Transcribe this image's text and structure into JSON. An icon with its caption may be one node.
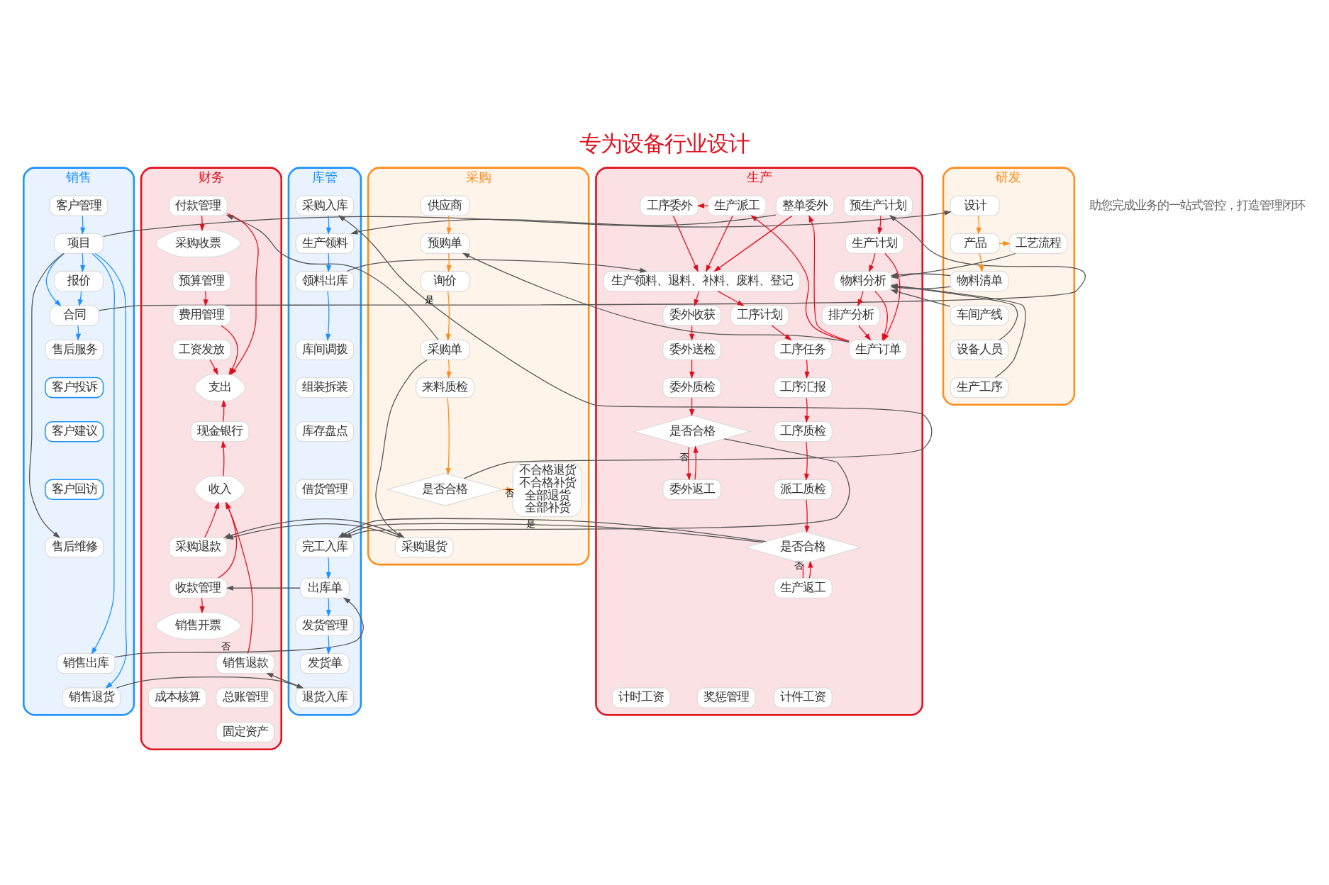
{
  "diagram": {
    "title": "专为设备行业设计",
    "nodes": [
      {
        "text": [
          "销售"
        ]
      },
      {
        "text": [
          "客户管理"
        ],
        "in": 0
      },
      {
        "text": [
          "项目"
        ],
        "in": 0
      },
      {
        "text": [
          "报价"
        ],
        "in": 0
      },
      {
        "text": [
          "合同"
        ],
        "in": 0
      },
      {
        "text": [
          "售后服务"
        ],
        "in": 0
      },
      {
        "text": [
          "客户投诉"
        ],
        "in": 0
      },
      {
        "text": [
          "客户建议"
        ],
        "in": 0
      },
      {
        "text": [
          "客户回访"
        ],
        "in": 0
      },
      {
        "text": [
          "售后维修"
        ],
        "in": 0
      },
      {
        "text": [
          "销售出库"
        ],
        "in": 0
      },
      {
        "text": [
          "销售退货"
        ],
        "in": 0
      },
      {
        "text": [
          "研发"
        ]
      },
      {
        "text": [
          "设计"
        ],
        "in": 12
      },
      {
        "text": [
          "产品"
        ],
        "in": 12
      },
      {
        "text": [
          "工艺流程"
        ],
        "in": 12
      },
      {
        "text": [
          "物料清单"
        ],
        "in": 12
      },
      {
        "text": [
          "车间产线"
        ],
        "in": 12
      },
      {
        "text": [
          "设备人员"
        ],
        "in": 12
      },
      {
        "text": [
          "生产工序"
        ],
        "in": 12
      },
      {
        "text": [
          "生产"
        ]
      },
      {
        "text": [
          "预生产计划"
        ],
        "in": 20
      },
      {
        "text": [
          "生产计划"
        ],
        "in": 20
      },
      {
        "text": [
          "物料分析"
        ],
        "in": 20
      },
      {
        "text": [
          "排产分析"
        ],
        "in": 20
      },
      {
        "text": [
          "生产订单"
        ],
        "in": 20
      },
      {
        "text": [
          "生产派工"
        ],
        "in": 20
      },
      {
        "text": [
          "工序委外"
        ],
        "in": 20
      },
      {
        "text": [
          "整单委外"
        ],
        "in": 20
      },
      {
        "text": [
          "生产领料、退料、补料、废料、登记"
        ],
        "in": 20
      },
      {
        "text": [
          "工序计划"
        ],
        "in": 20
      },
      {
        "text": [
          "工序任务"
        ],
        "in": 20
      },
      {
        "text": [
          "工序汇报"
        ],
        "in": 20
      },
      {
        "text": [
          "工序质检"
        ],
        "in": 20
      },
      {
        "text": [
          "派工质检"
        ],
        "in": 20
      },
      {
        "text": [
          "是否合格"
        ],
        "in": 20
      },
      {
        "text": [
          "生产返工"
        ],
        "in": 20
      },
      {
        "text": [
          "委外收获"
        ],
        "in": 20
      },
      {
        "text": [
          "委外送检"
        ],
        "in": 20
      },
      {
        "text": [
          "委外质检"
        ],
        "in": 20
      },
      {
        "text": [
          "是否合格"
        ],
        "in": 20
      },
      {
        "text": [
          "委外返工"
        ],
        "in": 20
      },
      {
        "text": [
          "计件工资"
        ],
        "in": 20
      },
      {
        "text": [
          "奖惩管理"
        ],
        "in": 20
      },
      {
        "text": [
          "计时工资"
        ],
        "in": 20
      },
      {
        "text": [
          "库管"
        ]
      },
      {
        "text": [
          "采购入库"
        ],
        "in": 45
      },
      {
        "text": [
          "生产领料"
        ],
        "in": 45
      },
      {
        "text": [
          "领料出库"
        ],
        "in": 45
      },
      {
        "text": [
          "库间调拨"
        ],
        "in": 45
      },
      {
        "text": [
          "组装拆装"
        ],
        "in": 45
      },
      {
        "text": [
          "库存盘点"
        ],
        "in": 45
      },
      {
        "text": [
          "借货管理"
        ],
        "in": 45
      },
      {
        "text": [
          "完工入库"
        ],
        "in": 45
      },
      {
        "text": [
          "出库单"
        ],
        "in": 45
      },
      {
        "text": [
          "发货管理"
        ],
        "in": 45
      },
      {
        "text": [
          "发货单"
        ],
        "in": 45
      },
      {
        "text": [
          "退货入库"
        ],
        "in": 45
      },
      {
        "text": [
          "采购"
        ]
      },
      {
        "text": [
          "供应商"
        ],
        "in": 58
      },
      {
        "text": [
          "预购单"
        ],
        "in": 58
      },
      {
        "text": [
          "询价"
        ],
        "in": 58
      },
      {
        "text": [
          "采购单"
        ],
        "in": 58
      },
      {
        "text": [
          "来料质检"
        ],
        "in": 58
      },
      {
        "text": [
          "是否合格"
        ],
        "in": 58
      },
      {
        "text": [
          "不合格退货",
          "不合格补货",
          "全部退货",
          "全部补货"
        ],
        "in": 58
      },
      {
        "text": [
          "采购退货"
        ],
        "in": 58
      },
      {
        "text": [
          "财务"
        ]
      },
      {
        "text": [
          "付款管理"
        ],
        "in": 67
      },
      {
        "text": [
          "采购收票"
        ],
        "in": 67
      },
      {
        "text": [
          "预算管理"
        ],
        "in": 67
      },
      {
        "text": [
          "费用管理"
        ],
        "in": 67
      },
      {
        "text": [
          "工资发放"
        ],
        "in": 67
      },
      {
        "text": [
          "支出"
        ],
        "in": 67
      },
      {
        "text": [
          "现金银行"
        ],
        "in": 67
      },
      {
        "text": [
          "收入"
        ],
        "in": 67
      },
      {
        "text": [
          "采购退款"
        ],
        "in": 67
      },
      {
        "text": [
          "收款管理"
        ],
        "in": 67
      },
      {
        "text": [
          "销售开票"
        ],
        "in": 67
      },
      {
        "text": [
          "销售退款"
        ],
        "in": 67
      },
      {
        "text": [
          "总账管理"
        ],
        "in": 67
      },
      {
        "text": [
          "成本核算"
        ],
        "in": 67
      },
      {
        "text": [
          "固定资产"
        ],
        "in": 67
      }
    ],
    "edges": [
      {
        "from": 1,
        "to": 2,
        "arrow": "to",
        "color": "#1e90ff"
      },
      {
        "from": 2,
        "to": 3,
        "arrow": "to",
        "color": "#1e90ff"
      },
      {
        "from": 3,
        "to": 4,
        "arrow": "to",
        "color": "#1e90ff"
      },
      {
        "from": 4,
        "to": 5,
        "arrow": "to",
        "color": "#1e90ff"
      },
      {
        "from": 2,
        "to": 4,
        "arrow": "to",
        "color": "#1e90ff"
      },
      {
        "from": 2,
        "to": 10,
        "arrow": "to",
        "color": "#1e90ff"
      },
      {
        "from": 2,
        "to": 11,
        "arrow": "to",
        "color": "#1e90ff"
      },
      {
        "from": 2,
        "to": 13,
        "arrow": "to",
        "color": "#555555"
      },
      {
        "from": 2,
        "to": 9,
        "arrow": "to",
        "color": "#555555"
      },
      {
        "from": 4,
        "to": 21,
        "arrow": "to",
        "color": "#555555"
      },
      {
        "from": 13,
        "to": 14,
        "arrow": "to",
        "color": "#ff8c1a"
      },
      {
        "from": 14,
        "to": 15,
        "arrow": "to",
        "color": "#ff8c1a"
      },
      {
        "from": 14,
        "to": 16,
        "arrow": "to",
        "color": "#ff8c1a"
      },
      {
        "from": 16,
        "to": 23,
        "arrow": "to",
        "color": "#555555"
      },
      {
        "from": 15,
        "to": 23,
        "arrow": "to",
        "color": "#555555"
      },
      {
        "from": 17,
        "to": 23,
        "arrow": "to",
        "color": "#555555"
      },
      {
        "from": 18,
        "to": 23,
        "arrow": "to",
        "color": "#555555"
      },
      {
        "from": 19,
        "to": 23,
        "arrow": "to",
        "color": "#555555"
      },
      {
        "from": 21,
        "to": 22,
        "arrow": "to",
        "color": "#e0101e"
      },
      {
        "from": 22,
        "to": 23,
        "arrow": "to",
        "color": "#e0101e"
      },
      {
        "from": 23,
        "to": 24,
        "arrow": "to",
        "color": "#e0101e"
      },
      {
        "from": 22,
        "to": 25,
        "arrow": "to",
        "color": "#e0101e"
      },
      {
        "from": 23,
        "to": 25,
        "arrow": "to",
        "color": "#e0101e"
      },
      {
        "from": 24,
        "to": 25,
        "arrow": "to",
        "color": "#e0101e"
      },
      {
        "from": 25,
        "to": 26,
        "arrow": "to",
        "color": "#e0101e"
      },
      {
        "from": 25,
        "to": 28,
        "arrow": "to",
        "color": "#e0101e"
      },
      {
        "from": 26,
        "to": 27,
        "arrow": "to",
        "color": "#e0101e"
      },
      {
        "from": 26,
        "to": 29,
        "arrow": "to",
        "color": "#e0101e"
      },
      {
        "from": 27,
        "to": 29,
        "arrow": "to",
        "color": "#e0101e"
      },
      {
        "from": 28,
        "to": 29,
        "arrow": "to",
        "color": "#e0101e"
      },
      {
        "from": 28,
        "to": 47,
        "arrow": "to",
        "color": "#555555"
      },
      {
        "from": 48,
        "to": 29,
        "arrow": "to",
        "color": "#555555"
      },
      {
        "from": 25,
        "to": 60,
        "arrow": "to",
        "color": "#555555"
      },
      {
        "from": 29,
        "to": 30,
        "arrow": "to",
        "color": "#e0101e"
      },
      {
        "from": 29,
        "to": 37,
        "arrow": "to",
        "color": "#e0101e"
      },
      {
        "from": 30,
        "to": 31,
        "arrow": "to",
        "color": "#e0101e"
      },
      {
        "from": 31,
        "to": 32,
        "arrow": "to",
        "color": "#e0101e"
      },
      {
        "from": 32,
        "to": 33,
        "arrow": "to",
        "color": "#e0101e"
      },
      {
        "from": 33,
        "to": 34,
        "arrow": "to",
        "color": "#e0101e"
      },
      {
        "from": 34,
        "to": 35,
        "arrow": "to",
        "color": "#e0101e"
      },
      {
        "from": 35,
        "to": 36,
        "label": "否",
        "arrow": "none",
        "color": "#e0101e"
      },
      {
        "from": 36,
        "to": 35,
        "arrow": "to",
        "color": "#e0101e"
      },
      {
        "from": 35,
        "to": 53,
        "arrow": "to",
        "color": "#555555"
      },
      {
        "from": 37,
        "to": 38,
        "arrow": "to",
        "color": "#e0101e"
      },
      {
        "from": 38,
        "to": 39,
        "arrow": "to",
        "color": "#e0101e"
      },
      {
        "from": 39,
        "to": 40,
        "arrow": "to",
        "color": "#e0101e"
      },
      {
        "from": 40,
        "to": 41,
        "label": "否",
        "arrow": "to",
        "color": "#e0101e"
      },
      {
        "from": 41,
        "to": 40,
        "arrow": "to",
        "color": "#e0101e"
      },
      {
        "from": 40,
        "to": 53,
        "label": "是",
        "arrow": "to",
        "color": "#555555"
      },
      {
        "from": 46,
        "to": 47,
        "arrow": "to",
        "color": "#1e90ff"
      },
      {
        "from": 47,
        "to": 48,
        "arrow": "to",
        "color": "#1e90ff"
      },
      {
        "from": 48,
        "to": 49,
        "arrow": "to",
        "color": "#1e90ff"
      },
      {
        "from": 53,
        "to": 54,
        "arrow": "to",
        "color": "#1e90ff"
      },
      {
        "from": 54,
        "to": 55,
        "arrow": "to",
        "color": "#1e90ff"
      },
      {
        "from": 55,
        "to": 56,
        "arrow": "to",
        "color": "#1e90ff"
      },
      {
        "from": 10,
        "to": 54,
        "label": "否",
        "arrow": "to",
        "color": "#555555"
      },
      {
        "from": 11,
        "to": 57,
        "arrow": "to",
        "color": "#555555"
      },
      {
        "from": 57,
        "to": 79,
        "arrow": "to",
        "color": "#555555"
      },
      {
        "from": 54,
        "to": 77,
        "arrow": "to",
        "color": "#555555"
      },
      {
        "from": 59,
        "to": 60,
        "arrow": "to",
        "color": "#ff8c1a"
      },
      {
        "from": 60,
        "to": 61,
        "arrow": "to",
        "color": "#ff8c1a"
      },
      {
        "from": 61,
        "to": 62,
        "arrow": "to",
        "color": "#ff8c1a"
      },
      {
        "from": 62,
        "to": 63,
        "arrow": "to",
        "color": "#ff8c1a"
      },
      {
        "from": 63,
        "to": 64,
        "arrow": "to",
        "color": "#ff8c1a"
      },
      {
        "from": 64,
        "to": 65,
        "label": "否",
        "arrow": "to",
        "color": "#ff8c1a"
      },
      {
        "from": 64,
        "to": 46,
        "label": "是",
        "arrow": "to",
        "color": "#555555"
      },
      {
        "from": 62,
        "to": 68,
        "arrow": "to",
        "color": "#555555"
      },
      {
        "from": 62,
        "to": 66,
        "arrow": "to",
        "color": "#555555"
      },
      {
        "from": 66,
        "to": 76,
        "arrow": "to",
        "color": "#555555"
      },
      {
        "from": 68,
        "to": 69,
        "arrow": "to",
        "color": "#e0101e"
      },
      {
        "from": 70,
        "to": 71,
        "arrow": "to",
        "color": "#e0101e"
      },
      {
        "from": 68,
        "to": 73,
        "arrow": "to",
        "color": "#e0101e"
      },
      {
        "from": 71,
        "to": 73,
        "arrow": "to",
        "color": "#e0101e"
      },
      {
        "from": 72,
        "to": 73,
        "arrow": "to",
        "color": "#e0101e"
      },
      {
        "from": 75,
        "to": 74,
        "arrow": "to",
        "color": "#e0101e"
      },
      {
        "from": 74,
        "to": 73,
        "arrow": "to",
        "color": "#e0101e"
      },
      {
        "from": 76,
        "to": 75,
        "arrow": "to",
        "color": "#e0101e"
      },
      {
        "from": 77,
        "to": 75,
        "arrow": "to",
        "color": "#e0101e"
      },
      {
        "from": 79,
        "to": 75,
        "arrow": "to",
        "color": "#e0101e"
      },
      {
        "from": 77,
        "to": 78,
        "arrow": "to",
        "color": "#e0101e"
      }
    ],
    "labels": [
      "助您完成业务的一站式管控，打造管理闭环"
    ]
  }
}
